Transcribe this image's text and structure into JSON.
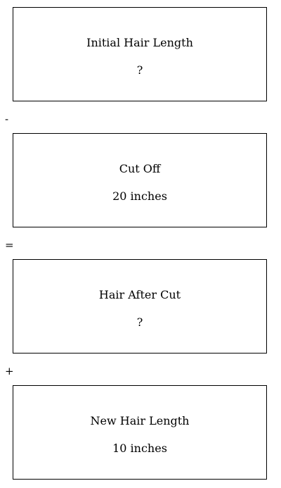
{
  "boxes": {
    "initial": {
      "label": "Initial Hair Length",
      "value": "?"
    },
    "cut": {
      "label": "Cut Off",
      "value": "20 inches"
    },
    "after": {
      "label": "Hair After Cut",
      "value": "?"
    },
    "new": {
      "label": "New Hair Length",
      "value": "10 inches"
    }
  },
  "operators": {
    "minus": "-",
    "equals": "=",
    "plus": "+"
  }
}
